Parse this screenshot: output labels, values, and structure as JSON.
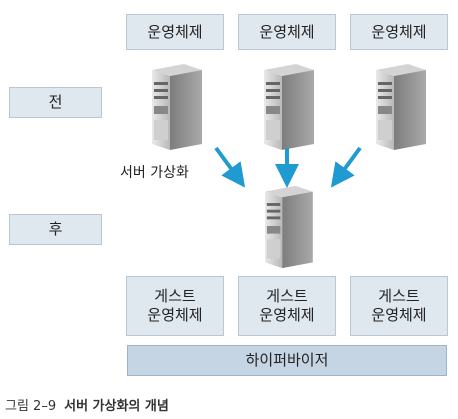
{
  "os_boxes": [
    "운영체제",
    "운영체제",
    "운영체제"
  ],
  "side_labels": {
    "before": "전",
    "after": "후"
  },
  "annotation": "서버 가상화",
  "guest_boxes": [
    {
      "line1": "게스트",
      "line2": "운영체제"
    },
    {
      "line1": "게스트",
      "line2": "운영체제"
    },
    {
      "line1": "게스트",
      "line2": "운영체제"
    }
  ],
  "hypervisor": "하이퍼바이저",
  "caption": {
    "number": "그림 2–9",
    "title": "서버 가상화의 개념"
  },
  "colors": {
    "box_fill": "#dfe7ef",
    "hypervisor_fill": "#c5d5e3",
    "arrow": "#1f9bd1",
    "server_body": "#9a9a9a"
  }
}
